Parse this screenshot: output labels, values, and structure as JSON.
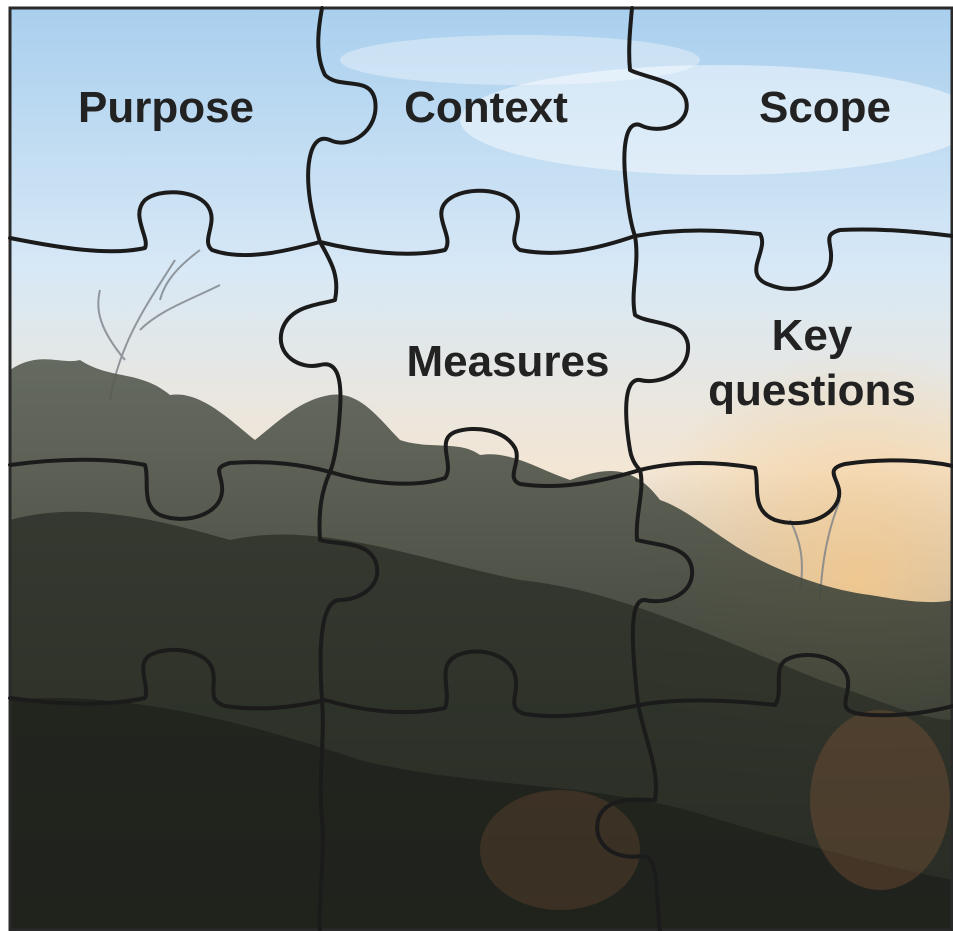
{
  "pieces": {
    "purpose": "Purpose",
    "context": "Context",
    "scope": "Scope",
    "measures": "Measures",
    "key_questions_line1": "Key",
    "key_questions_line2": "questions"
  },
  "colors": {
    "outline": "#1b1b1b",
    "label_text": "#222222",
    "sky_top": "#a9cfee",
    "sky_horizon": "#f3e6d4",
    "trees": "#3e4338"
  }
}
